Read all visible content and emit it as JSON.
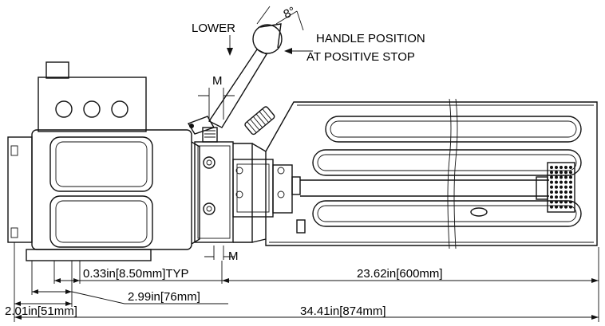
{
  "labels": {
    "lower": "LOWER",
    "angle": "8°",
    "handle_line1": "HANDLE POSITION",
    "handle_line2": "AT POSITIVE STOP",
    "m_top": "M",
    "m_bottom": "M"
  },
  "dimensions": {
    "typ": "0.33in[8.50mm]TYP",
    "tank": "23.62in[600mm]",
    "mid": "2.99in[76mm]",
    "left": "2.01in[51mm]",
    "overall": "34.41in[874mm]"
  },
  "colors": {
    "line": "#111111",
    "background": "#ffffff"
  }
}
